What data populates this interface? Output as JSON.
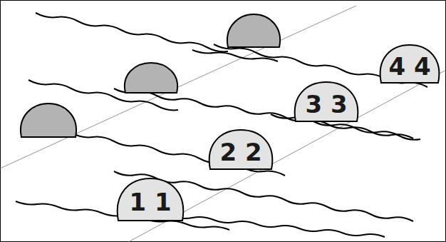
{
  "diagram": {
    "nodes": [
      {
        "text": [
          "4 4"
        ]
      },
      {
        "text": [
          "3 3"
        ]
      },
      {
        "text": [
          "2 2"
        ]
      },
      {
        "text": [
          "1 1"
        ]
      }
    ]
  }
}
